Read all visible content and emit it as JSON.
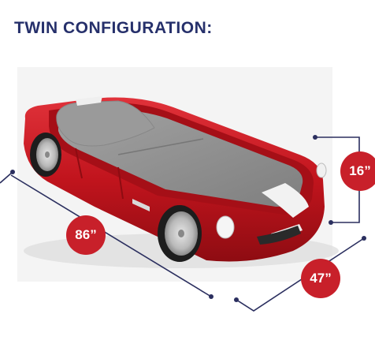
{
  "heading": "TWIN CONFIGURATION:",
  "dimensions": {
    "length": "86”",
    "width": "47”",
    "height": "16”"
  },
  "colors": {
    "title": "#26306b",
    "badge": "#c8202a",
    "dimension_line": "#2b2f5f",
    "car_red": "#c1141d",
    "mattress": "#8f8f8f"
  }
}
